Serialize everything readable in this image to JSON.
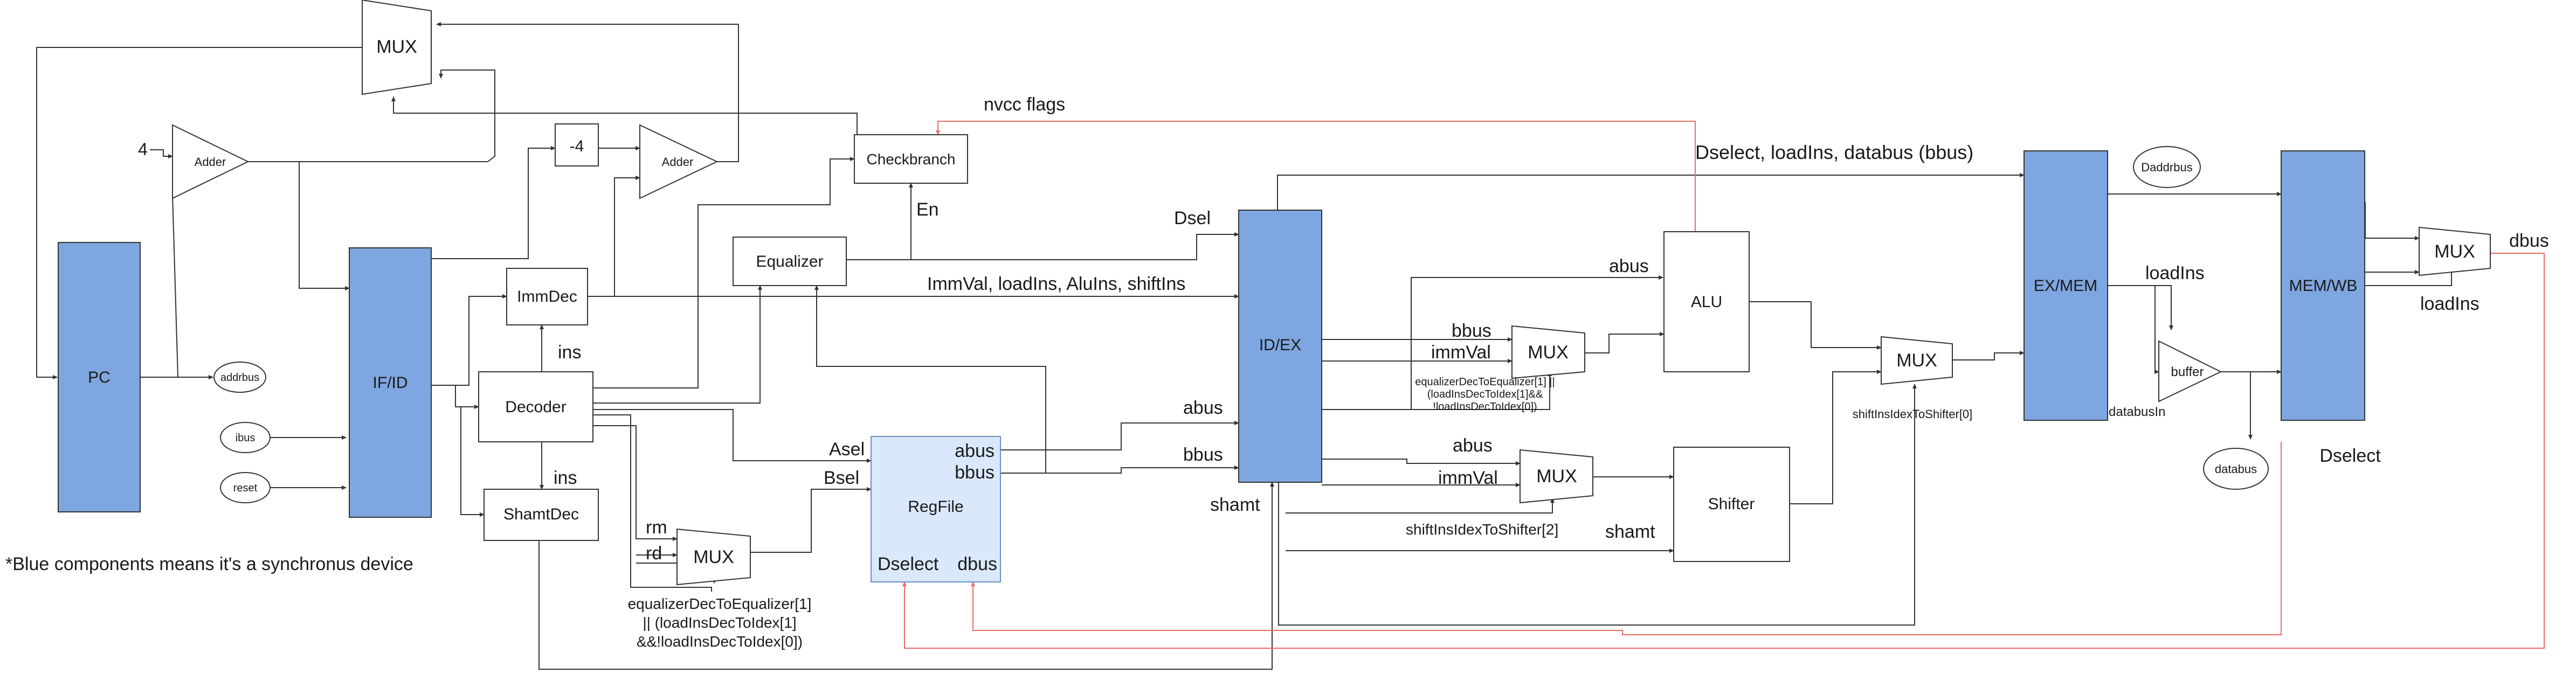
{
  "blocks": {
    "mux_pc": "MUX",
    "adder_pc": "Adder",
    "const_four": "4",
    "const_minus_four": "-4",
    "adder_branch": "Adder",
    "checkbranch": "Checkbranch",
    "pc": "PC",
    "addrbus": "addrbus",
    "ibus": "ibus",
    "reset": "reset",
    "if_id": "IF/ID",
    "immdec": "ImmDec",
    "decoder": "Decoder",
    "shamtdec": "ShamtDec",
    "equalizer": "Equalizer",
    "regfile": "RegFile",
    "mux_rs": "MUX",
    "id_ex": "ID/EX",
    "mux_alu": "MUX",
    "alu": "ALU",
    "mux_shift": "MUX",
    "shifter": "Shifter",
    "mux_ex": "MUX",
    "ex_mem": "EX/MEM",
    "daddrbus": "Daddrbus",
    "buffer": "buffer",
    "databus": "databus",
    "mem_wb": "MEM/WB",
    "mux_wb": "MUX"
  },
  "ports": {
    "regfile_abus": "abus",
    "regfile_bbus": "bbus",
    "regfile_dselect": "Dselect",
    "regfile_dbus": "dbus"
  },
  "signals": {
    "nvcc_flags": "nvcc flags",
    "en": "En",
    "dsel": "Dsel",
    "imm_bundle": "ImmVal, loadIns, AluIns, shiftIns",
    "dselect_bundle": "Dselect, loadIns, databus (bbus)",
    "ins_immdec": "ins",
    "ins_shamtdec": "ins",
    "asel": "Asel",
    "bsel": "Bsel",
    "rm": "rm",
    "rd": "rd",
    "eq_sel_1": "equalizerDecToEqualizer[1]",
    "eq_sel_2": "|| (loadInsDecToIdex[1]",
    "eq_sel_3": "&&!loadInsDecToIdex[0])",
    "abus_id": "abus",
    "bbus_id": "bbus",
    "shamt_id": "shamt",
    "abus_alu": "abus",
    "bbus_mux": "bbus",
    "immval_alu": "immVal",
    "alu_sel_1": "equalizerDecToEqualizer[1] ||",
    "alu_sel_2": "(loadInsDecToIdex[1]&&",
    "alu_sel_3": "!loadInsDecToIdex[0])",
    "abus_shift": "abus",
    "immval_shift": "immVal",
    "shift_sel_2": "shiftInsIdexToShifter[2]",
    "shamt_shift": "shamt",
    "shift_sel_0": "shiftInsIdexToShifter[0]",
    "loadins_buf": "loadIns",
    "databusin": "databusIn",
    "loadins_wb": "loadIns",
    "dbus_out": "dbus",
    "dselect_out": "Dselect"
  },
  "note": "*Blue components means it's a synchronus device",
  "colors": {
    "sync_block": "#7ea6e0",
    "regfile_block": "#dae8fc",
    "regfile_border": "#6c8ebf",
    "wire": "#333333",
    "feedback_wire": "#ea6b66"
  }
}
